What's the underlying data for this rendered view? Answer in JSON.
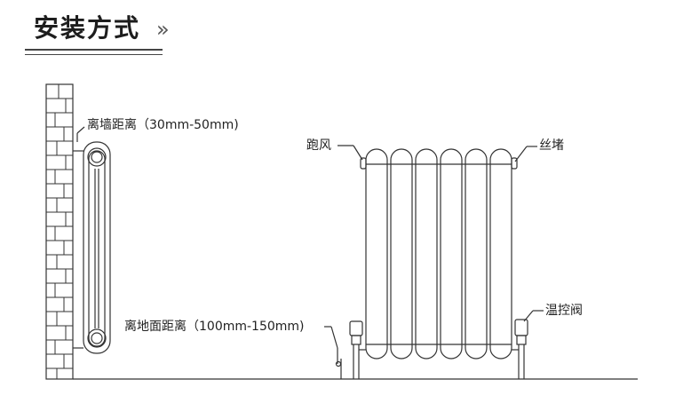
{
  "header": {
    "title": "安装方式",
    "chevron": "»"
  },
  "labels": {
    "wall_distance": "离墙距离（30mm-50mm)",
    "floor_distance": "离地面距离（100mm-150mm)",
    "air_vent": "跑风",
    "plug": "丝堵",
    "thermo_valve": "温控阀"
  },
  "colors": {
    "line": "#333333",
    "background": "#ffffff"
  }
}
